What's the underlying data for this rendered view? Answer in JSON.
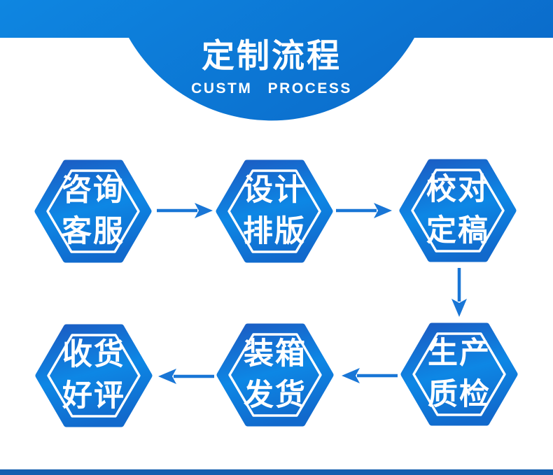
{
  "header": {
    "title": "定制流程",
    "subtitle": "CUSTM PROCESS"
  },
  "flow": {
    "steps": [
      {
        "id": "consult",
        "line1": "咨询",
        "line2": "客服"
      },
      {
        "id": "design",
        "line1": "设计",
        "line2": "排版"
      },
      {
        "id": "proof",
        "line1": "校对",
        "line2": "定稿"
      },
      {
        "id": "produce",
        "line1": "生产",
        "line2": "质检"
      },
      {
        "id": "pack",
        "line1": "装箱",
        "line2": "发货"
      },
      {
        "id": "receive",
        "line1": "收货",
        "line2": "好评"
      }
    ],
    "arrows": [
      {
        "from": "咨询客服",
        "to": "设计排版",
        "direction": "right"
      },
      {
        "from": "设计排版",
        "to": "校对定稿",
        "direction": "right"
      },
      {
        "from": "校对定稿",
        "to": "生产质检",
        "direction": "down"
      },
      {
        "from": "生产质检",
        "to": "装箱发货",
        "direction": "left"
      },
      {
        "from": "装箱发货",
        "to": "收货好评",
        "direction": "left"
      }
    ]
  },
  "colors": {
    "header_gradient_start": "#0E86E1",
    "header_gradient_end": "#0B6CCB",
    "hex_dark": "#1A60C6",
    "hex_light": "#0D87E5",
    "hex_bottom": "#1169CC",
    "arrow": "#1976D6",
    "footer_bar": "#145FAF",
    "text": "#FFFFFF"
  }
}
